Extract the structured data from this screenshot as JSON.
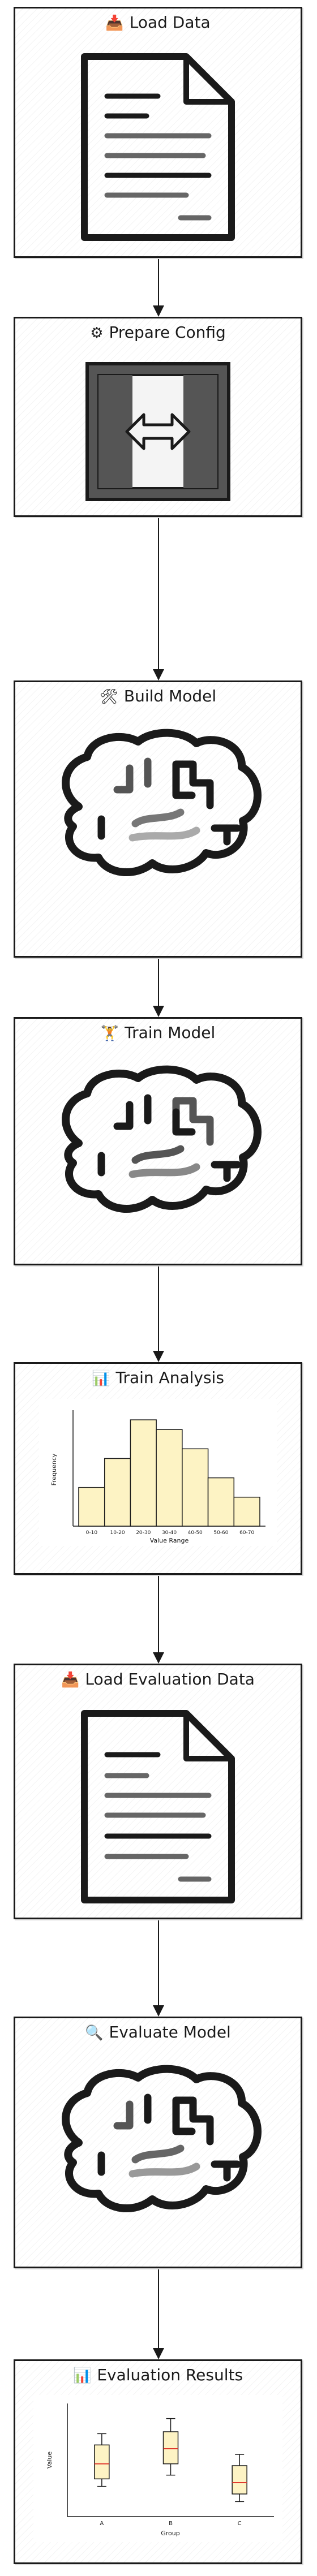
{
  "steps": [
    {
      "icon": "📥",
      "icon_name": "inbox-tray-icon",
      "label": "Load Data",
      "illustration": "document"
    },
    {
      "icon": "⚙",
      "icon_name": "gear-icon",
      "label": "Prepare Config",
      "illustration": "transform"
    },
    {
      "icon": "🛠",
      "icon_name": "tools-icon",
      "label": "Build Model",
      "illustration": "brain"
    },
    {
      "icon": "🏋",
      "icon_name": "weightlifter-icon",
      "label": "Train Model",
      "illustration": "brain"
    },
    {
      "icon": "📊",
      "icon_name": "bar-chart-icon",
      "label": "Train Analysis",
      "illustration": "histogram"
    },
    {
      "icon": "📥",
      "icon_name": "inbox-tray-icon",
      "label": "Load Evaluation Data",
      "illustration": "document"
    },
    {
      "icon": "🔍",
      "icon_name": "magnifier-icon",
      "label": "Evaluate Model",
      "illustration": "brain"
    },
    {
      "icon": "📊",
      "icon_name": "bar-chart-icon",
      "label": "Evaluation Results",
      "illustration": "boxplot"
    }
  ],
  "colors": {
    "ink": "#1a1a1a",
    "bar_fill": "#fdf3c4",
    "box_fill": "#fdf3c4",
    "median": "#e03a2f"
  },
  "chart_data": [
    {
      "type": "bar",
      "categories": [
        "0-10",
        "10-20",
        "20-30",
        "30-40",
        "40-50",
        "50-60",
        "60-70"
      ],
      "values": [
        4,
        7,
        11,
        10,
        8,
        5,
        3
      ],
      "xlabel": "Value Range",
      "ylabel": "Frequency",
      "ylim": [
        0,
        12
      ]
    },
    {
      "type": "box",
      "categories": [
        "A",
        "B",
        "C"
      ],
      "series": [
        {
          "min": 1.6,
          "q1": 2.0,
          "median": 2.8,
          "q3": 3.8,
          "max": 4.4
        },
        {
          "min": 2.2,
          "q1": 2.8,
          "median": 3.6,
          "q3": 4.5,
          "max": 5.2
        },
        {
          "min": 0.8,
          "q1": 1.2,
          "median": 1.8,
          "q3": 2.7,
          "max": 3.3
        }
      ],
      "xlabel": "Group",
      "ylabel": "Value",
      "ylim": [
        0,
        6
      ]
    }
  ]
}
